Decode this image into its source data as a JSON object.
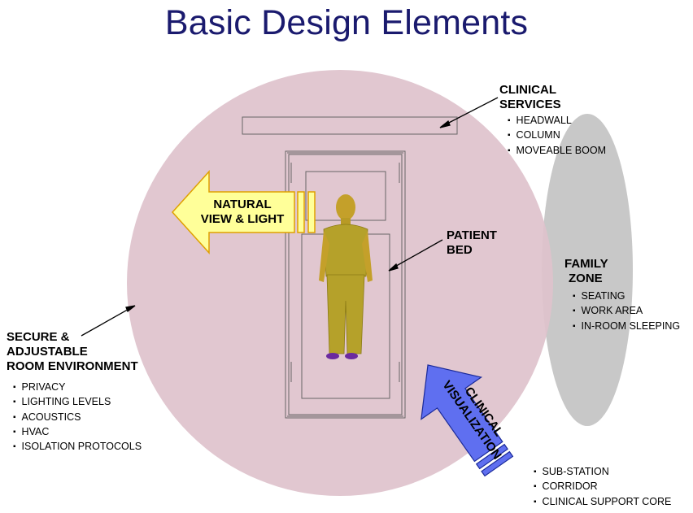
{
  "title": "Basic Design Elements",
  "natural_view": {
    "line1": "NATURAL",
    "line2": "VIEW & LIGHT"
  },
  "clinical_visualization": {
    "line1": "CLINICAL",
    "line2": "VISUALIZATION"
  },
  "clinical_services": {
    "line1": "CLINICAL",
    "line2": "SERVICES",
    "items": [
      "HEADWALL",
      "COLUMN",
      "MOVEABLE BOOM"
    ]
  },
  "patient_bed": {
    "line1": "PATIENT",
    "line2": "BED"
  },
  "family_zone": {
    "line1": "FAMILY",
    "line2": "ZONE",
    "items": [
      "SEATING",
      "WORK AREA",
      "IN-ROOM  SLEEPING"
    ]
  },
  "room_environment": {
    "line1": "SECURE &",
    "line2": "ADJUSTABLE",
    "line3": "ROOM ENVIRONMENT",
    "items": [
      "PRIVACY",
      "LIGHTING  LEVELS",
      "ACOUSTICS",
      "HVAC",
      "ISOLATION  PROTOCOLS"
    ]
  },
  "visualization_sources": {
    "items": [
      "SUB-STATION",
      "CORRIDOR",
      "CLINICAL  SUPPORT  CORE"
    ]
  },
  "colors": {
    "title": "#1a1a6e",
    "room_circle": "#dfc3cc",
    "family_ellipse": "#c8c8c8",
    "natural_arrow": "#ffff99",
    "natural_arrow_stroke": "#e0a000",
    "clinical_arrow": "#5f6ff0",
    "figure": "#b5a12a"
  }
}
